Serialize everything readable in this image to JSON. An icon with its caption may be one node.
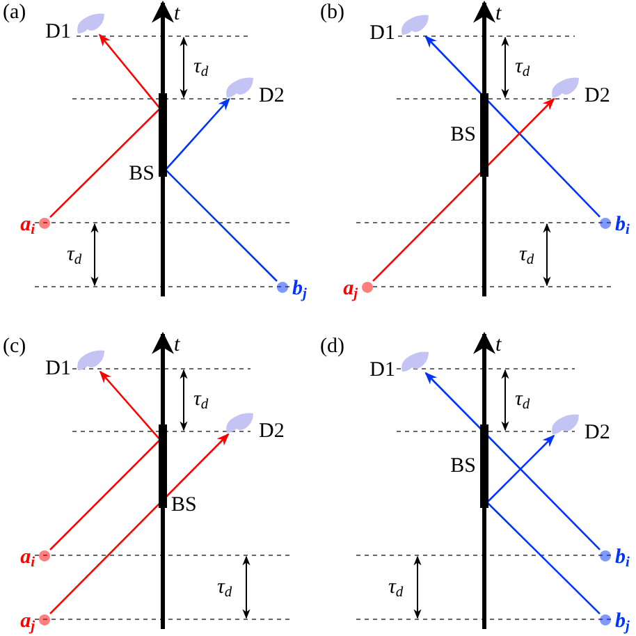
{
  "diagram": {
    "nodes": [
      {
        "text": [
          "D1"
        ]
      },
      {
        "text": [
          "D2"
        ]
      },
      {
        "text": [
          "BS"
        ]
      },
      {
        "text": [
          "a$_{i}$"
        ]
      },
      {
        "text": [
          "b$_{j}$"
        ]
      },
      {
        "text": [
          "D1"
        ]
      },
      {
        "text": [
          "D2"
        ]
      },
      {
        "text": [
          "BS"
        ]
      },
      {
        "text": [
          "b$_{i}$"
        ]
      },
      {
        "text": [
          "a$_{j}$"
        ]
      },
      {
        "text": [
          "D1"
        ]
      },
      {
        "text": [
          "D2"
        ]
      },
      {
        "text": [
          "BS"
        ]
      },
      {
        "text": [
          "a$_{i}$"
        ]
      },
      {
        "text": [
          "a$_{j}$"
        ]
      },
      {
        "text": [
          "D1"
        ]
      },
      {
        "text": [
          "D2"
        ]
      },
      {
        "text": [
          "BS"
        ]
      },
      {
        "text": [
          "b$_{i}$"
        ]
      },
      {
        "text": [
          "b$_{j}$"
        ]
      }
    ],
    "edges": [
      {
        "from": 3,
        "to": 0,
        "arrow": "to",
        "color": "#ff0000"
      },
      {
        "from": 4,
        "to": 1,
        "arrow": "to",
        "color": "#0033ff"
      },
      {
        "from": 8,
        "to": 5,
        "arrow": "to",
        "color": "#0033ff"
      },
      {
        "from": 9,
        "to": 6,
        "arrow": "to",
        "color": "#ff0000"
      },
      {
        "from": 13,
        "to": 10,
        "arrow": "to",
        "color": "#ff0000"
      },
      {
        "from": 14,
        "to": 11,
        "arrow": "to",
        "color": "#ff0000"
      },
      {
        "from": 18,
        "to": 15,
        "arrow": "to",
        "color": "#0033ff"
      },
      {
        "from": 19,
        "to": 16,
        "arrow": "to",
        "color": "#0033ff"
      }
    ],
    "labels": [
      "(a)",
      "t",
      "τ$_{d}$",
      "τ$_{d}$",
      "(b)",
      "t",
      "τ$_{d}$",
      "τ$_{d}$",
      "(c)",
      "t",
      "τ$_{d}$",
      "τ$_{d}$",
      "(d)",
      "t",
      "τ$_{d}$",
      "τ$_{d}$"
    ]
  }
}
